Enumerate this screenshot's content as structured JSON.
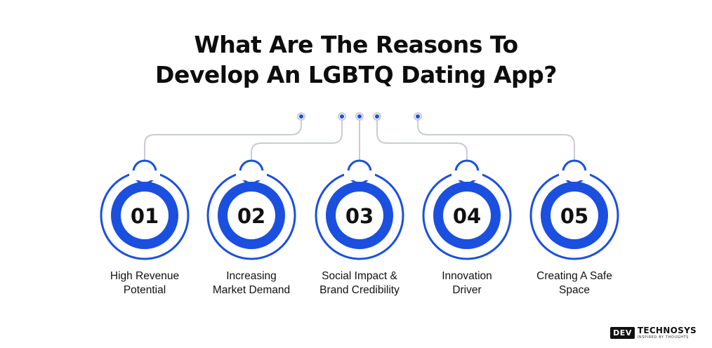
{
  "title": {
    "line1": "What Are The Reasons To",
    "line2": "Develop An LGBTQ Dating App?"
  },
  "colors": {
    "accent": "#1a4fe0",
    "connector": "#c9ccd3",
    "text": "#111111",
    "background": "#ffffff"
  },
  "steps": [
    {
      "number": "01",
      "line1": "High Revenue",
      "line2": "Potential"
    },
    {
      "number": "02",
      "line1": "Increasing",
      "line2": "Market Demand"
    },
    {
      "number": "03",
      "line1": "Social Impact &",
      "line2": "Brand Credibility"
    },
    {
      "number": "04",
      "line1": "Innovation",
      "line2": "Driver"
    },
    {
      "number": "05",
      "line1": "Creating A Safe",
      "line2": "Space"
    }
  ],
  "logo": {
    "mark": "DEV",
    "word": "TECHNOSYS",
    "tagline": "INSPIRED BY THOUGHTS"
  }
}
